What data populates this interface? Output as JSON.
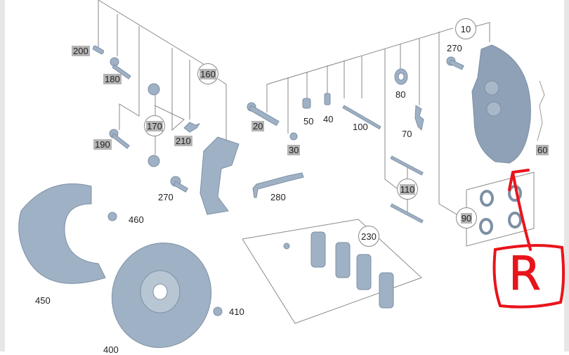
{
  "title": "Brake caliper exploded parts diagram",
  "callouts": {
    "p200": "200",
    "p180": "180",
    "p160": "160",
    "p170": "170",
    "p190": "190",
    "p210": "210",
    "p270_left": "270",
    "p460": "460",
    "p450": "450",
    "p400": "400",
    "p410": "410",
    "p280": "280",
    "p20": "20",
    "p30": "30",
    "p50": "50",
    "p40": "40",
    "p100": "100",
    "p80": "80",
    "p70": "70",
    "p110": "110",
    "p10": "10",
    "p270_right": "270",
    "p60": "60",
    "p90": "90",
    "p230": "230"
  },
  "annotation": {
    "text": "R",
    "color": "#e8141b"
  },
  "colors": {
    "part": "#9fb1c4",
    "part_dark": "#7d90a5",
    "leader": "#8a8a8a",
    "highlight": "#b5b5b5"
  }
}
